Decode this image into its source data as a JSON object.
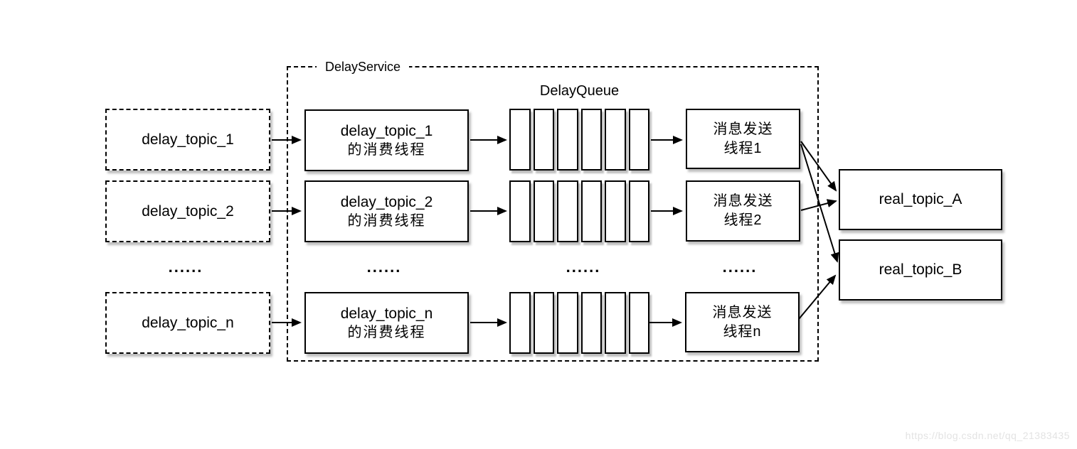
{
  "diagram": {
    "service_label": "DelayService",
    "queue_label": "DelayQueue",
    "ellipsis": "......",
    "source_topics": [
      "delay_topic_1",
      "delay_topic_2",
      "delay_topic_n"
    ],
    "consumer_threads": [
      {
        "topic": "delay_topic_1",
        "caption": "的消费线程"
      },
      {
        "topic": "delay_topic_2",
        "caption": "的消费线程"
      },
      {
        "topic": "delay_topic_n",
        "caption": "的消费线程"
      }
    ],
    "sender_threads": [
      {
        "line1": "消息发送",
        "line2": "线程1"
      },
      {
        "line1": "消息发送",
        "line2": "线程2"
      },
      {
        "line1": "消息发送",
        "line2": "线程n"
      }
    ],
    "real_topics": [
      "real_topic_A",
      "real_topic_B"
    ],
    "watermark": "https://blog.csdn.net/qq_21383435",
    "colors": {
      "stroke": "#000000",
      "background": "#ffffff",
      "watermark_text": "#e3e3e3"
    }
  }
}
